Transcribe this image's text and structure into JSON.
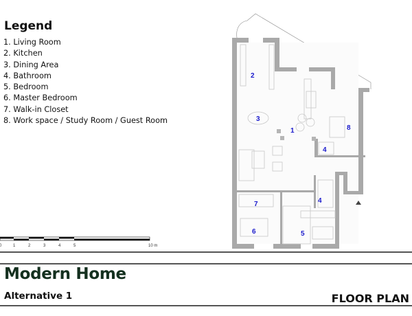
{
  "legend": {
    "title": "Legend",
    "items": [
      "1. Living Room",
      "2. Kitchen",
      "3. Dining Area",
      "4. Bathroom",
      "5. Bedroom",
      "6. Master Bedroom",
      "7. Walk-in Closet",
      "8. Work space / Study Room / Guest Room"
    ]
  },
  "scale": {
    "ticks": [
      "0",
      "1",
      "2",
      "3",
      "4",
      "5"
    ],
    "end_label": "10 m"
  },
  "plan": {
    "room_labels": [
      "1",
      "2",
      "3",
      "4",
      "4",
      "5",
      "6",
      "7",
      "8"
    ],
    "label_color": "#1a1acc",
    "wall_color": "#a9a9a9"
  },
  "footer": {
    "project_title": "Modern Home",
    "subtitle": "Alternative 1",
    "sheet_title": "FLOOR PLAN",
    "title_color": "#14301f"
  }
}
